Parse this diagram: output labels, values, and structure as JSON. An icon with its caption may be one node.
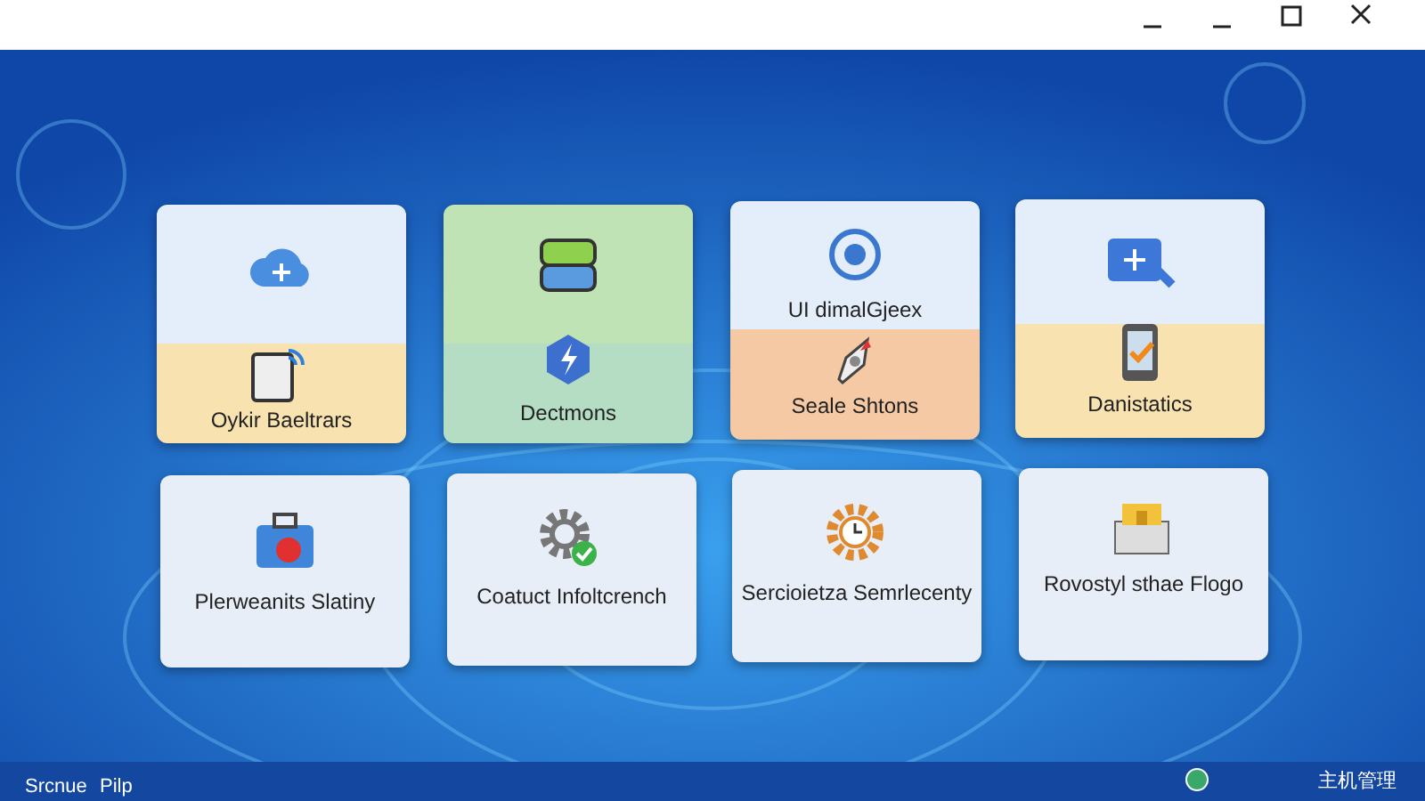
{
  "diagram": {
    "nodes": [
      {
        "text": [
          "Oykir Baeltrars"
        ]
      },
      {
        "text": [
          "Dectmons"
        ]
      },
      {
        "text": [
          "UI dimalGjeex",
          "Seale Shtons"
        ]
      },
      {
        "text": [
          "Danistatics"
        ]
      },
      {
        "text": [
          "Plerweanits Slatiny"
        ]
      },
      {
        "text": [
          "Coatuct Infoltcrench"
        ]
      },
      {
        "text": [
          "Sercioietza Semrlecenty"
        ]
      },
      {
        "text": [
          "Rovostyl sthae Flogo"
        ]
      }
    ],
    "labels": [
      "Srcnue",
      "Pilp",
      "主机管理"
    ]
  }
}
